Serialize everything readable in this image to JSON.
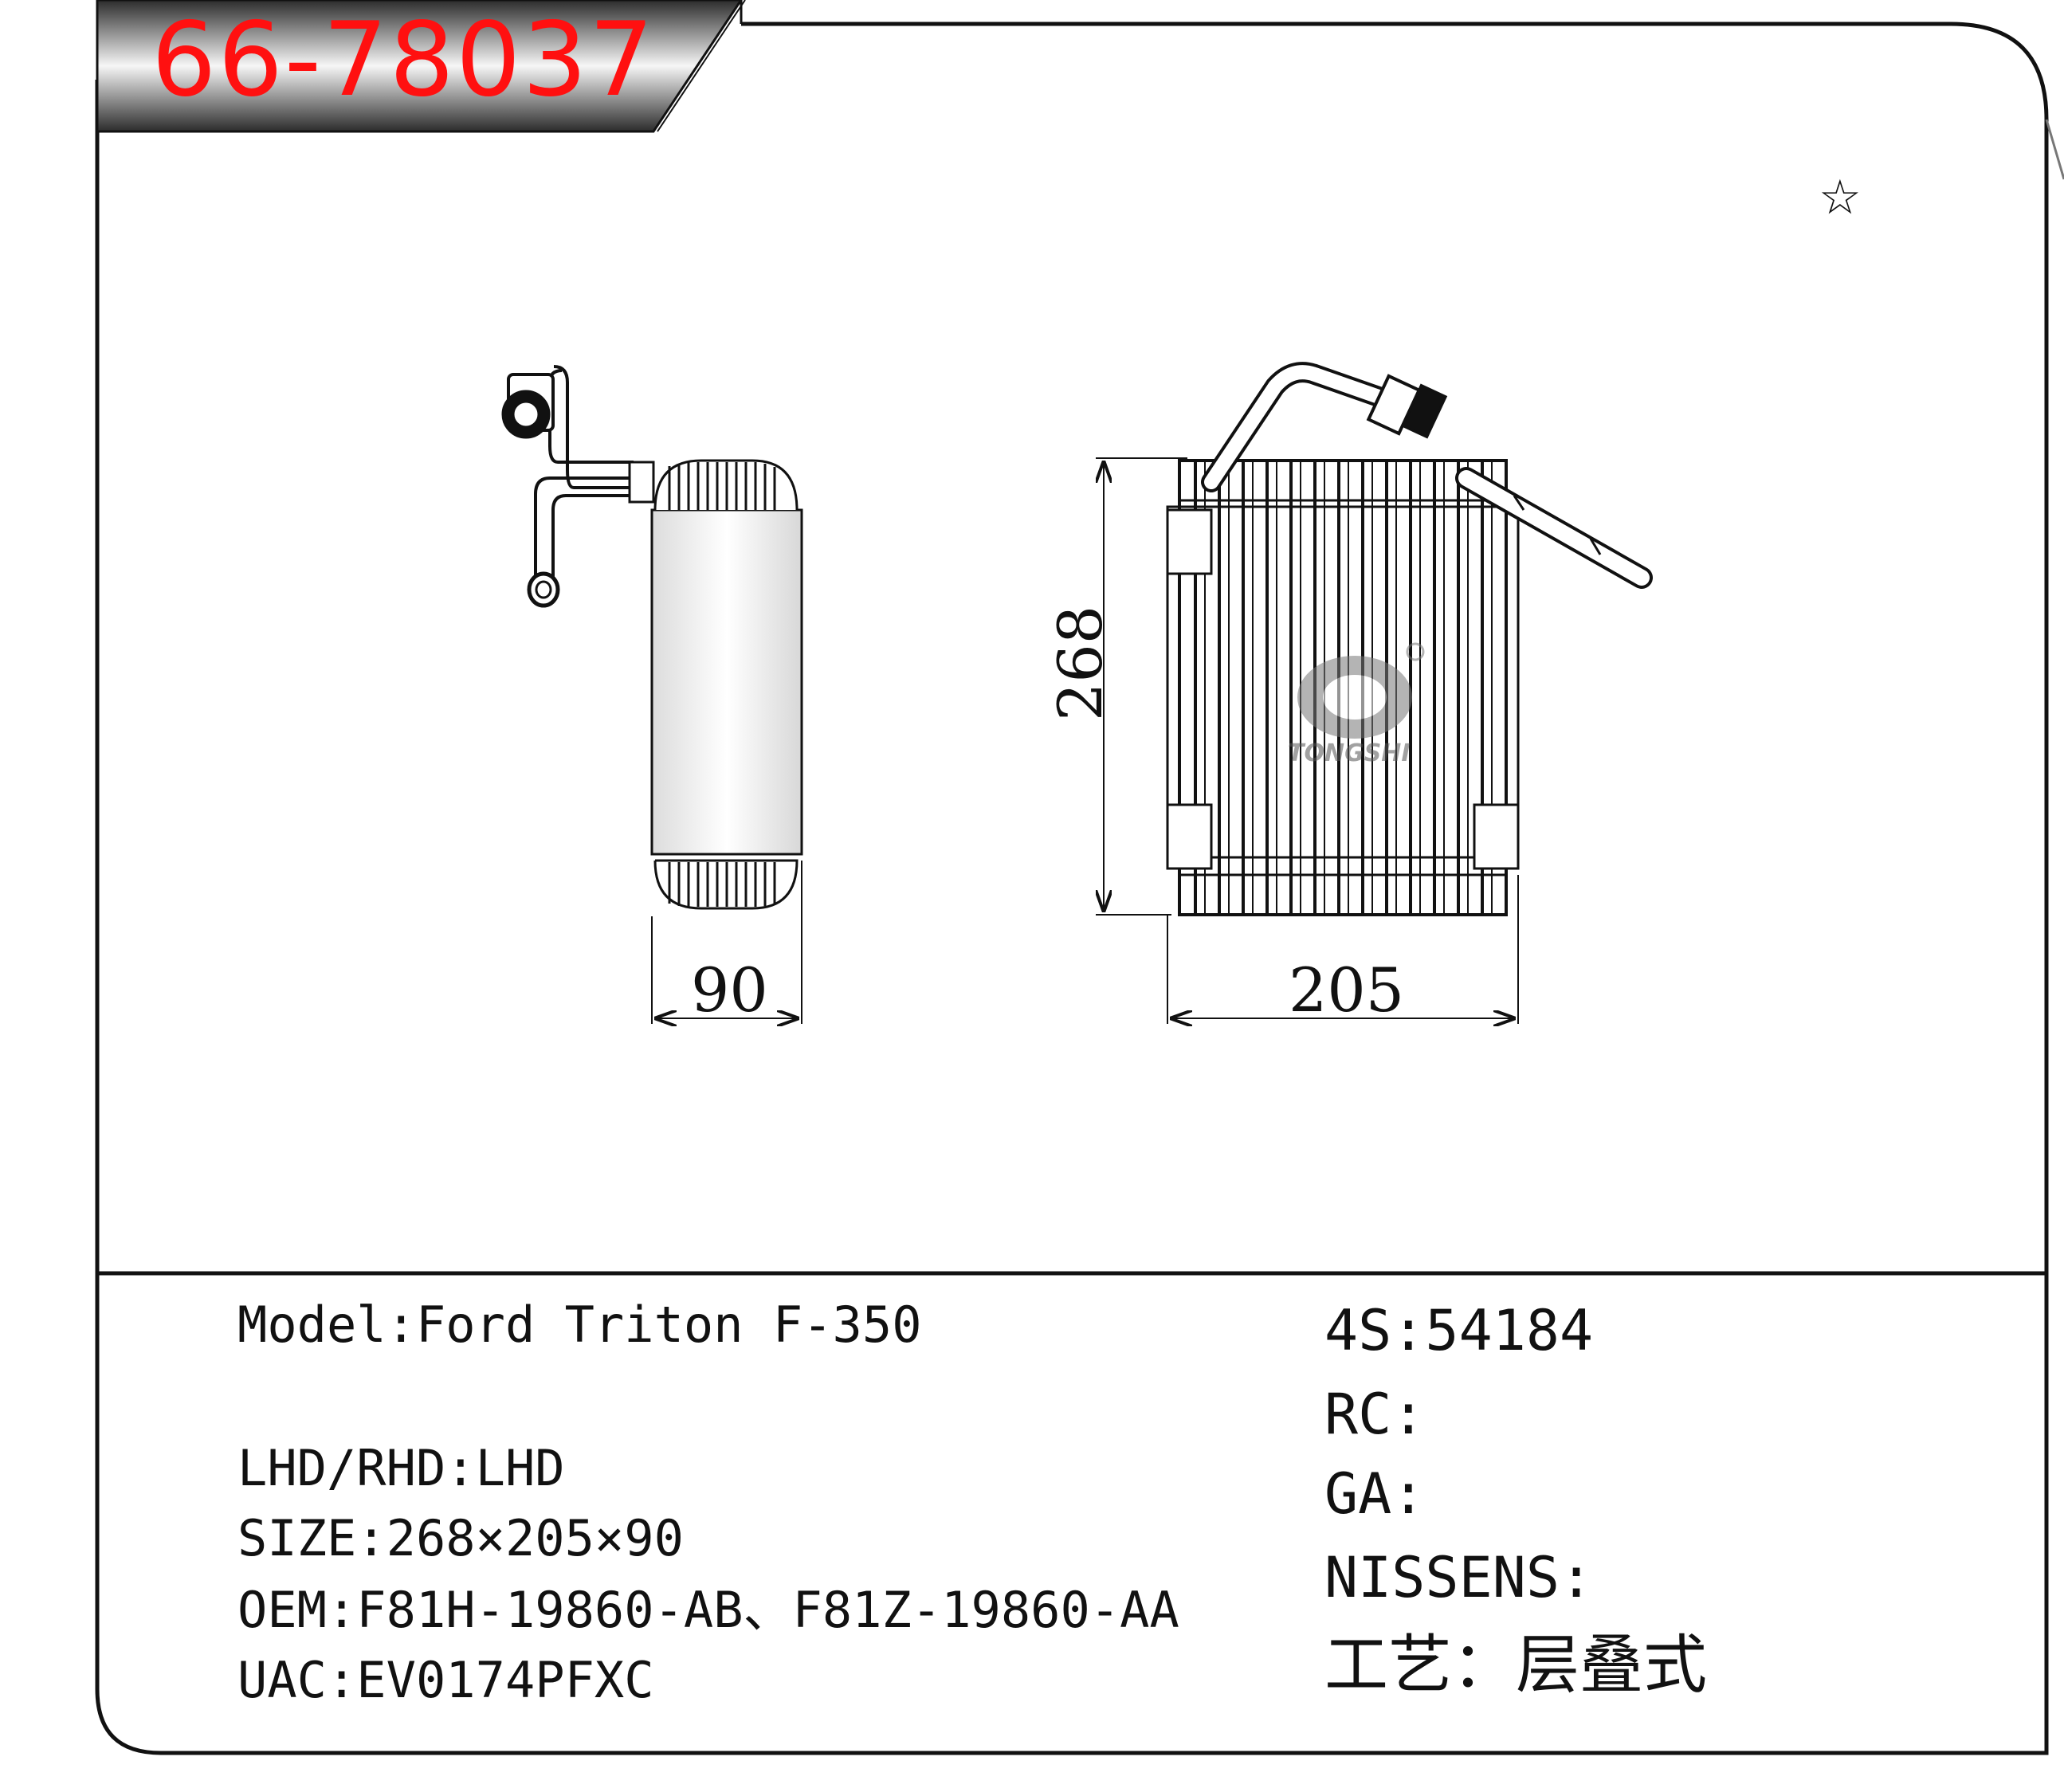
{
  "part_number": "66-78037",
  "star_mark": "☆",
  "dimensions": {
    "height": "268",
    "width": "205",
    "depth": "90"
  },
  "specs_left": {
    "model": "Model:Ford Triton F-350",
    "lhd_rhd": "LHD/RHD:LHD",
    "size": "SIZE:268×205×90",
    "oem": "OEM:F81H-19860-AB、F81Z-19860-AA",
    "uac": "UAC:EV0174PFXC"
  },
  "specs_right": {
    "four_s": "4S:54184",
    "rc": "RC:",
    "ga": "GA:",
    "nissens": "NISSENS:",
    "process": "工艺：层叠式"
  },
  "watermark": "TONGSHI",
  "colors": {
    "part_number": "#ff1010",
    "banner_dark": "#3a3a3a",
    "banner_light": "#f4f4f4",
    "frame": "#111111"
  }
}
